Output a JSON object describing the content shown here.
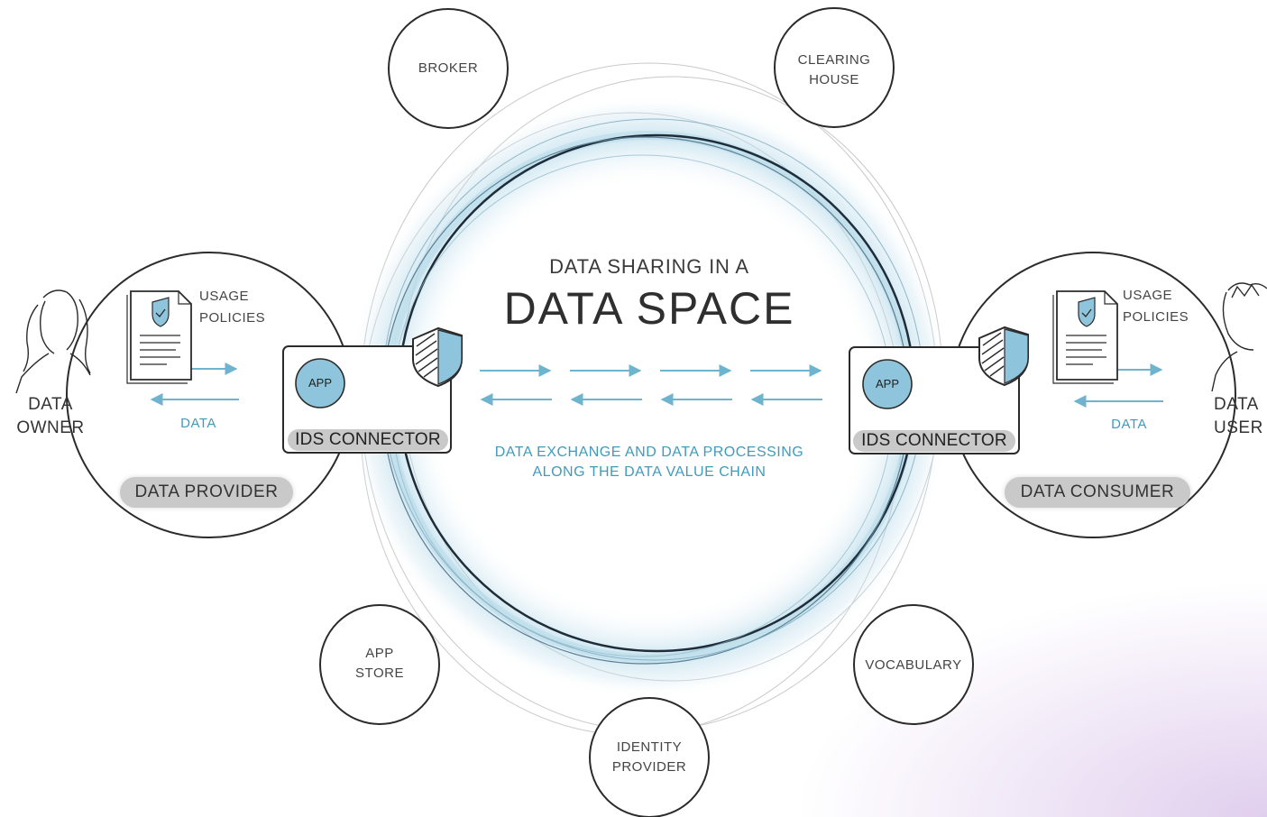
{
  "title": {
    "line1": "DATA SHARING IN A",
    "line2": "DATA SPACE"
  },
  "subtitle": {
    "line1": "DATA EXCHANGE AND DATA PROCESSING",
    "line2": "ALONG THE DATA VALUE CHAIN"
  },
  "services": {
    "broker": {
      "line1": "BROKER"
    },
    "clearing_house": {
      "line1": "CLEARING",
      "line2": "HOUSE"
    },
    "app_store": {
      "line1": "APP",
      "line2": "STORE"
    },
    "vocabulary": {
      "line1": "VOCABULARY"
    },
    "identity_provider": {
      "line1": "IDENTITY",
      "line2": "PROVIDER"
    }
  },
  "provider": {
    "person": {
      "line1": "DATA",
      "line2": "OWNER"
    },
    "policies": {
      "line1": "USAGE",
      "line2": "POLICIES"
    },
    "data_label": "DATA",
    "role": "DATA PROVIDER",
    "connector": "IDS CONNECTOR",
    "app": "APP"
  },
  "consumer": {
    "person": {
      "line1": "DATA",
      "line2": "USER"
    },
    "policies": {
      "line1": "USAGE",
      "line2": "POLICIES"
    },
    "data_label": "DATA",
    "role": "DATA CONSUMER",
    "connector": "IDS CONNECTOR",
    "app": "APP"
  },
  "colors": {
    "accent_blue": "#3f9bbd",
    "app_fill": "#8ec5dc",
    "ring_dark": "#1f2d3a",
    "pill_gray": "#c9c9c9",
    "background_tint": "#d6bee8"
  },
  "icons": [
    "shield-icon",
    "document-icon",
    "checkmark-shield-icon",
    "person-icon",
    "arrow-right-icon",
    "arrow-left-icon"
  ]
}
